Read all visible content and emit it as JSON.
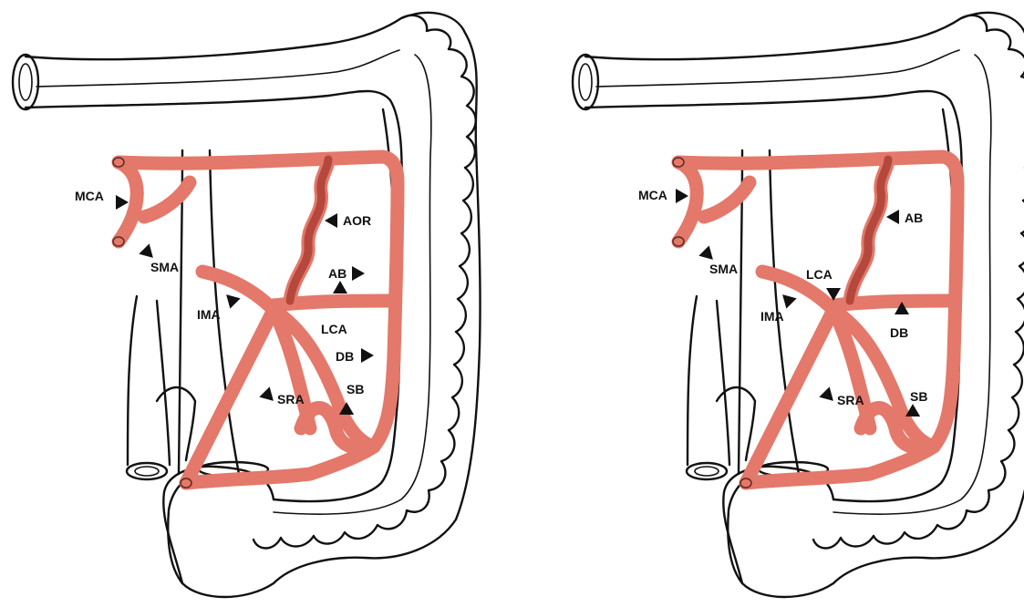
{
  "panels": [
    {
      "id": "left",
      "labels": {
        "mca": "MCA",
        "sma": "SMA",
        "ima": "IMA",
        "sra": "SRA",
        "aor": "AOR",
        "ab": "AB",
        "lca": "LCA",
        "db": "DB",
        "sb": "SB"
      }
    },
    {
      "id": "right",
      "labels": {
        "mca": "MCA",
        "sma": "SMA",
        "ima": "IMA",
        "sra": "SRA",
        "ab": "AB",
        "lca": "LCA",
        "db": "DB",
        "sb": "SB"
      }
    }
  ],
  "colors": {
    "vessel": "#e4786a",
    "vessel_edge": "#5a2a24",
    "outline": "#111111"
  }
}
